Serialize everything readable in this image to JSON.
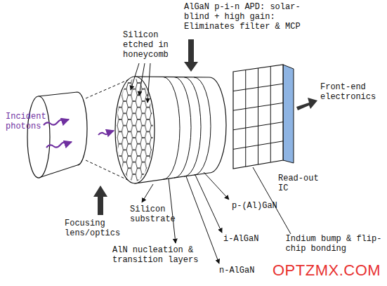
{
  "diagram": {
    "labels": [
      "AlGaN p-i-n APD: solar-blind + high gain: Eliminates filter & MCP",
      "Silicon etched in honeycomb",
      "Incident photons",
      "Front-end electronics",
      "Read-out IC",
      "p-(Al)GaN",
      "Silicon substrate",
      "i-AlGaN",
      "Focusing lens/optics",
      "AlN nucleation & transition layers",
      "Indium bump & flip-chip bonding",
      "n-AlGaN",
      "OPTZMX.COM"
    ]
  }
}
